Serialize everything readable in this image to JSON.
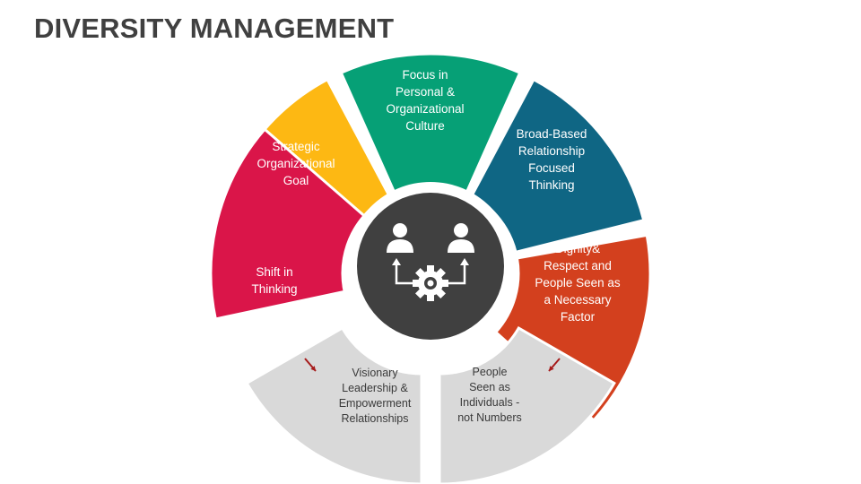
{
  "title": "DIVERSITY MANAGEMENT",
  "segments": [
    {
      "id": "strategic-goal",
      "lines": [
        "Strategic",
        "Organizational",
        "Goal"
      ],
      "color": "#FDB813",
      "text_color": "#ffffff"
    },
    {
      "id": "culture-focus",
      "lines": [
        "Focus in",
        "Personal &",
        "Organizational",
        "Culture"
      ],
      "color": "#06A076",
      "text_color": "#ffffff"
    },
    {
      "id": "relationship-thinking",
      "lines": [
        "Broad-Based",
        "Relationship",
        "Focused",
        "Thinking"
      ],
      "color": "#0F6684",
      "text_color": "#ffffff"
    },
    {
      "id": "dignity-respect",
      "lines": [
        "Dignity&",
        "Respect and",
        "People Seen as",
        "a Necessary",
        "Factor"
      ],
      "color": "#D3401E",
      "text_color": "#ffffff"
    },
    {
      "id": "people-individuals",
      "lines": [
        "People",
        "Seen as",
        "Individuals -",
        "not Numbers"
      ],
      "color": "#D9D9D9",
      "text_color": "#3a3a3a"
    },
    {
      "id": "visionary-leadership",
      "lines": [
        "Visionary",
        "Leadership &",
        "Empowerment",
        "Relationships"
      ],
      "color": "#D9D9D9",
      "text_color": "#3a3a3a"
    },
    {
      "id": "shift-thinking",
      "lines": [
        "Shift in",
        "Thinking"
      ],
      "color": "#DA1549",
      "text_color": "#ffffff"
    }
  ],
  "hub": {
    "color": "#404040",
    "ring_color": "#ffffff",
    "icon_color": "#ffffff",
    "icons": [
      "person-icon",
      "person-icon",
      "gear-icon"
    ]
  },
  "arrow_color": "#A61B1B"
}
